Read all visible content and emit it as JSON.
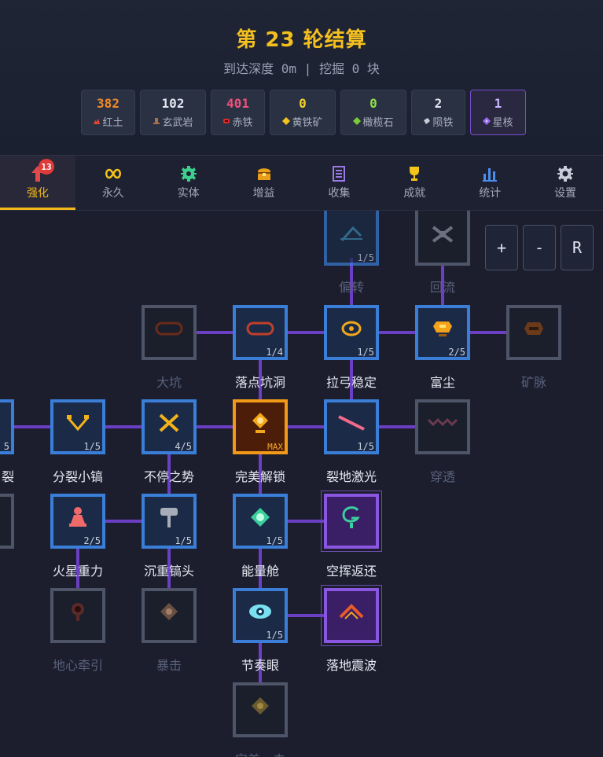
{
  "header": {
    "title": "第 23 轮结算",
    "subtitle": "到达深度 0m | 挖掘 0 块"
  },
  "resources": [
    {
      "value": "382",
      "label": "红土",
      "color": "#f08a2a",
      "icon": "red-clay-icon"
    },
    {
      "value": "102",
      "label": "玄武岩",
      "color": "#e3e6ef",
      "icon": "basalt-icon"
    },
    {
      "value": "401",
      "label": "赤铁",
      "color": "#f0507a",
      "icon": "red-iron-icon"
    },
    {
      "value": "0",
      "label": "黄铁矿",
      "color": "#f3d02a",
      "icon": "pyrite-icon"
    },
    {
      "value": "0",
      "label": "橄榄石",
      "color": "#8fe04a",
      "icon": "olivine-icon"
    },
    {
      "value": "2",
      "label": "陨铁",
      "color": "#e3e6ef",
      "icon": "meteor-iron-icon"
    },
    {
      "value": "1",
      "label": "星核",
      "color": "#c9b8ff",
      "icon": "star-core-icon"
    }
  ],
  "tabs": [
    {
      "label": "强化",
      "icon": "upgrade-arrow-icon",
      "badge": "13",
      "active": true
    },
    {
      "label": "永久",
      "icon": "infinity-icon"
    },
    {
      "label": "实体",
      "icon": "gear-entity-icon"
    },
    {
      "label": "增益",
      "icon": "chest-icon"
    },
    {
      "label": "收集",
      "icon": "book-icon"
    },
    {
      "label": "成就",
      "icon": "trophy-icon"
    },
    {
      "label": "统计",
      "icon": "bar-chart-icon"
    },
    {
      "label": "设置",
      "icon": "settings-gear-icon"
    }
  ],
  "zoom": {
    "plus": "+",
    "minus": "-",
    "reset": "R"
  },
  "nodes": [
    {
      "id": "pianzhuan",
      "name": "偏转",
      "level": "1/5",
      "state": "up-dim",
      "icon": "deflect-icon"
    },
    {
      "id": "huiliu",
      "name": "回流",
      "level": "",
      "state": "locked",
      "icon": "backflow-icon"
    },
    {
      "id": "dakeng",
      "name": "大坑",
      "level": "",
      "state": "locked",
      "icon": "big-pit-icon"
    },
    {
      "id": "luodian",
      "name": "落点坑洞",
      "level": "1/4",
      "state": "up",
      "icon": "impact-pit-icon"
    },
    {
      "id": "lagong",
      "name": "拉弓稳定",
      "level": "1/5",
      "state": "up",
      "icon": "bow-stable-icon"
    },
    {
      "id": "fuchen",
      "name": "富尘",
      "level": "2/5",
      "state": "up",
      "icon": "rich-dust-icon"
    },
    {
      "id": "kuangmai",
      "name": "矿脉",
      "level": "",
      "state": "locked",
      "icon": "ore-vein-icon"
    },
    {
      "id": "fenlie",
      "name": "裂",
      "level": "5",
      "state": "up",
      "icon": "split-icon"
    },
    {
      "id": "fenlie_xiao",
      "name": "分裂小镐",
      "level": "1/5",
      "state": "up",
      "icon": "split-pick-icon"
    },
    {
      "id": "buting",
      "name": "不停之势",
      "level": "4/5",
      "state": "up",
      "icon": "momentum-icon"
    },
    {
      "id": "wanmei",
      "name": "完美解锁",
      "level": "MAX",
      "state": "max",
      "icon": "perfect-unlock-icon"
    },
    {
      "id": "liedi",
      "name": "裂地激光",
      "level": "1/5",
      "state": "up",
      "icon": "laser-icon"
    },
    {
      "id": "chuantou",
      "name": "穿透",
      "level": "",
      "state": "locked",
      "icon": "pierce-icon"
    },
    {
      "id": "huoxing",
      "name": "火星重力",
      "level": "2/5",
      "state": "up",
      "icon": "mars-gravity-icon"
    },
    {
      "id": "chenzhong",
      "name": "沉重镐头",
      "level": "1/5",
      "state": "up",
      "icon": "heavy-pick-icon"
    },
    {
      "id": "nengliang",
      "name": "能量舱",
      "level": "1/5",
      "state": "up",
      "icon": "energy-pod-icon"
    },
    {
      "id": "konghui",
      "name": "空挥返还",
      "level": "",
      "state": "special",
      "icon": "swing-return-icon"
    },
    {
      "id": "dixin",
      "name": "地心牵引",
      "level": "",
      "state": "locked",
      "icon": "core-pull-icon"
    },
    {
      "id": "baoji",
      "name": "暴击",
      "level": "",
      "state": "locked",
      "icon": "crit-icon"
    },
    {
      "id": "jiezou",
      "name": "节奏眼",
      "level": "1/5",
      "state": "up",
      "icon": "rhythm-eye-icon"
    },
    {
      "id": "luodi_zhen",
      "name": "落地震波",
      "level": "",
      "state": "special",
      "icon": "shockwave-icon"
    },
    {
      "id": "wanmei_zhi",
      "name": "完美一击",
      "level": "",
      "state": "locked",
      "icon": "perfect-strike-icon"
    }
  ]
}
